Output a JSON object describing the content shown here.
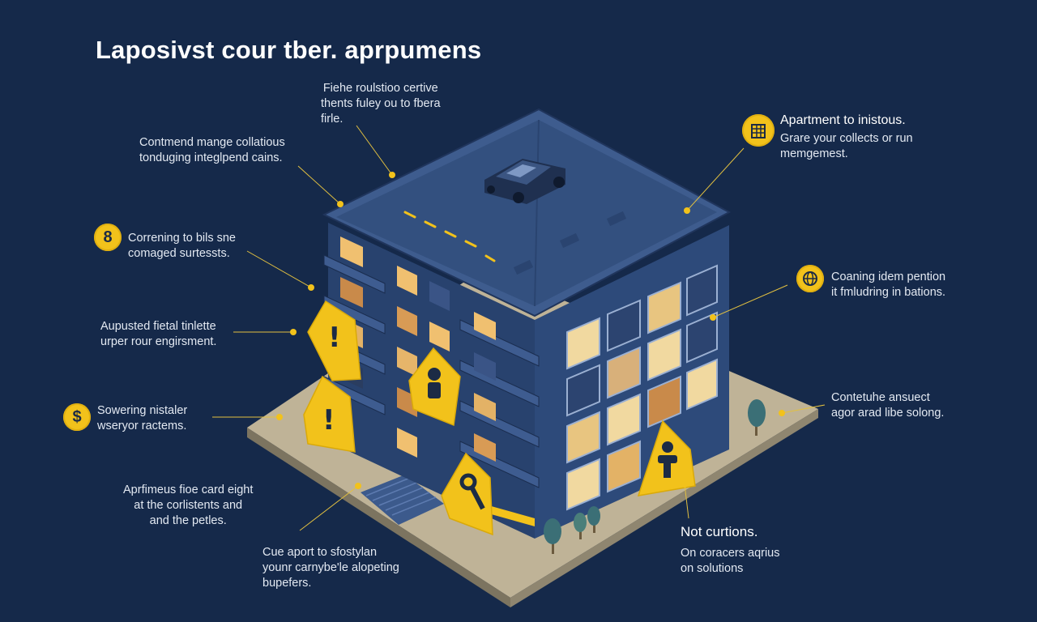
{
  "title": "Laposivst cour tber. aprpumens",
  "colors": {
    "background": "#15294a",
    "accent": "#f2c21b",
    "building": "#2d4a7a",
    "building_dark": "#1f355c",
    "ground": "#bfb397"
  },
  "callouts": {
    "roof": {
      "lines": [
        "Fiehe roulstioo certive",
        "thents fuley ou to fbera",
        "firle."
      ]
    },
    "left_top": {
      "lines": [
        "Contmend mange collatious",
        "tonduging integlpend cains."
      ]
    },
    "left_badge": {
      "badge": "8",
      "badge_icon": "number-eight-icon",
      "lines": [
        "Correning to bils sne",
        "comaged surtessts."
      ]
    },
    "left_mid": {
      "lines": [
        "Aupusted fietal tinlette",
        "urper rour engirsment."
      ]
    },
    "left_dollar": {
      "badge": "$",
      "badge_icon": "dollar-icon",
      "lines": [
        "Sowering nistaler",
        "wseryor ractems."
      ]
    },
    "left_bottom": {
      "lines": [
        "Aprfimeus fioe card eight",
        "at the corlistents and",
        "and the petles."
      ]
    },
    "bottom_center": {
      "lines": [
        "Cue aport to sfostylan",
        "younr carnybe'le alopeting",
        "bupefers."
      ]
    },
    "right_top": {
      "badge_icon": "building-icon",
      "heading": "Apartment to inistous.",
      "lines": [
        "Grare your collects or run",
        "memgemest."
      ]
    },
    "right_mid": {
      "badge_icon": "globe-icon",
      "lines": [
        "Coaning idem pention",
        "it fmludring in bations."
      ]
    },
    "right_lower": {
      "lines": [
        "Contetuhe ansuect",
        "agor arad libe solong."
      ]
    },
    "right_bottom": {
      "heading": "Not curtions.",
      "lines": [
        "On coracers aqrius",
        "on solutions"
      ]
    }
  }
}
